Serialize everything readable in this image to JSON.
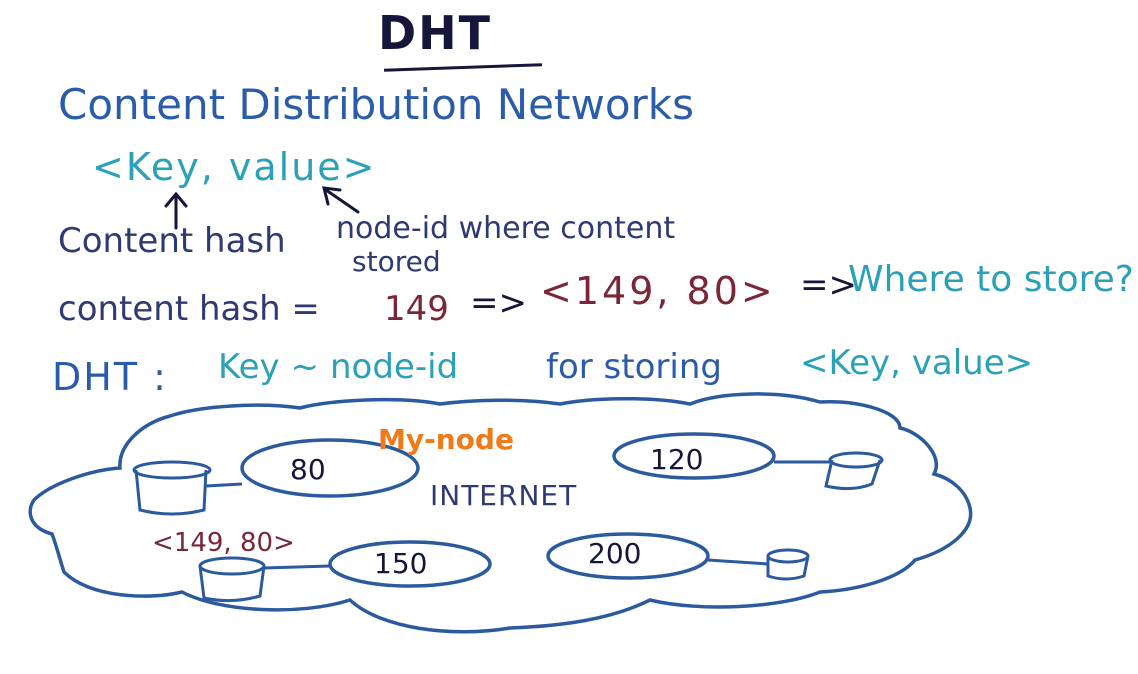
{
  "title": "DHT",
  "heading": "Content Distribution Networks",
  "kv_pair": "<Key, value>",
  "labels": {
    "content_hash": "Content hash",
    "node_id_where": "node-id where content",
    "stored": "stored"
  },
  "example": {
    "hash_eq": "content hash =",
    "hash_value": "149",
    "arrow": "=>",
    "tuple": "<149, 80>",
    "question": "Where to store?"
  },
  "dht_def": {
    "label": "DHT :",
    "part_key": "Key ~",
    "part_node": "node-id",
    "part_for": "for storing",
    "part_kv": "<Key, value>"
  },
  "network": {
    "my_node": "My-node",
    "internet": "INTERNET",
    "stored_pair": "<149, 80>",
    "nodes": [
      "80",
      "120",
      "150",
      "200"
    ]
  },
  "colors": {
    "navy": "#2f3a72",
    "blue": "#2a5cab",
    "teal": "#2aa1b8",
    "maroon": "#7a2636",
    "orange": "#f07a1a",
    "cloud": "#2c5a9e"
  }
}
